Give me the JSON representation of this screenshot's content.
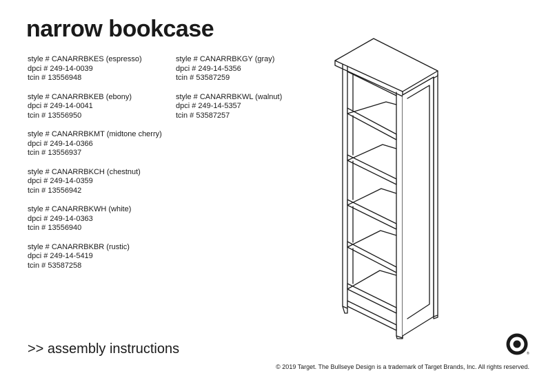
{
  "document": {
    "title": "narrow bookcase",
    "subtitle": ">> assembly instructions",
    "copyright": "© 2019 Target. The Bullseye Design is a trademark of Target Brands, Inc. All rights reserved.",
    "logo_mark": "®"
  },
  "variants_left": [
    {
      "style": "style # CANARRBKES (espresso)",
      "dpci": "dpci # 249-14-0039",
      "tcin": "tcin # 13556948"
    },
    {
      "style": "style # CANARRBKEB (ebony)",
      "dpci": "dpci # 249-14-0041",
      "tcin": "tcin # 13556950"
    },
    {
      "style": "style # CANARRBKMT (midtone cherry)",
      "dpci": "dpci # 249-14-0366",
      "tcin": "tcin # 13556937"
    },
    {
      "style": "style # CANARRBKCH (chestnut)",
      "dpci": "dpci # 249-14-0359",
      "tcin": "tcin # 13556942"
    },
    {
      "style": "style # CANARRBKWH (white)",
      "dpci": "dpci # 249-14-0363",
      "tcin": "tcin # 13556940"
    },
    {
      "style": "style # CANARRBKBR (rustic)",
      "dpci": "dpci # 249-14-5419",
      "tcin": "tcin # 53587258"
    }
  ],
  "variants_right": [
    {
      "style": "style # CANARRBKGY (gray)",
      "dpci": "dpci # 249-14-5356",
      "tcin": "tcin # 53587259"
    },
    {
      "style": "style # CANARRBKWL (walnut)",
      "dpci": "dpci # 249-14-5357",
      "tcin": "tcin # 53587257"
    }
  ],
  "illustration": {
    "icon": "bookcase-line-drawing",
    "shelf_count": 6
  },
  "logo": {
    "icon": "target-bullseye-icon",
    "color": "#1a1a1a"
  }
}
